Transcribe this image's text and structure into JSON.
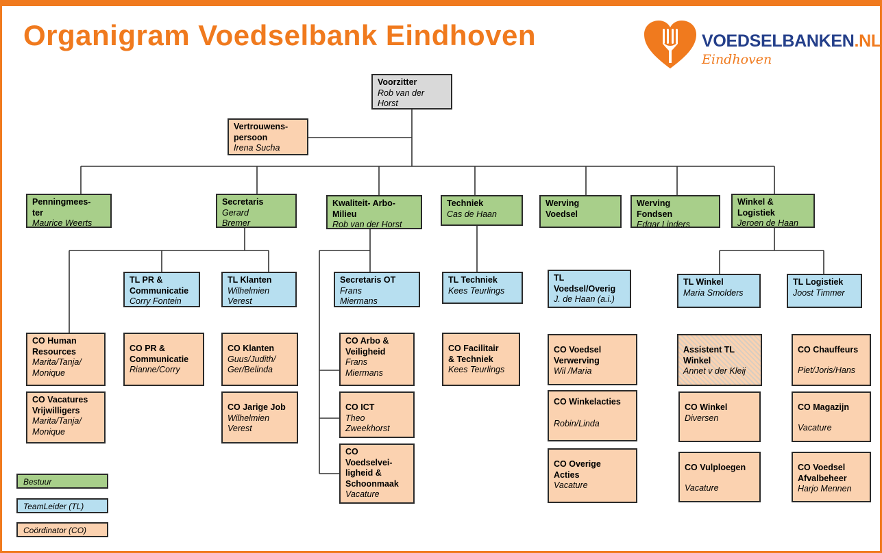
{
  "title": "Organigram Voedselbank Eindhoven",
  "logo": {
    "brand": "VOEDSELBANKEN",
    "tld": ".NL",
    "subtitle": "Eindhoven"
  },
  "nodes": {
    "voorzitter": {
      "title": "Voorzitter",
      "name": "Rob van der Horst"
    },
    "vertrouwenspersoon": {
      "title": "Vertrouwens-\npersoon",
      "name": "Irena Sucha"
    },
    "penningmeester": {
      "title": "Penningmees-\nter",
      "name": "Maurice Weerts"
    },
    "secretaris": {
      "title": "Secretaris",
      "name": "Gerard\nBremer"
    },
    "kam": {
      "title": "Kwaliteit- Arbo-\nMilieu",
      "name": "Rob van der Horst"
    },
    "techniek": {
      "title": "Techniek",
      "name": "Cas de Haan"
    },
    "werving_voedsel": {
      "title": "Werving\nVoedsel",
      "name": ""
    },
    "werving_fondsen": {
      "title": "Werving\nFondsen",
      "name": "Edgar Linders"
    },
    "winkel_logistiek": {
      "title": "Winkel &\nLogistiek",
      "name": "Jeroen de Haan"
    },
    "tl_pr": {
      "title": "TL PR &\nCommunicatie",
      "name": "Corry Fontein"
    },
    "tl_klanten": {
      "title": "TL Klanten",
      "name": "Wilhelmien\nVerest"
    },
    "secretaris_ot": {
      "title": "Secretaris  OT",
      "name": "Frans\nMiermans"
    },
    "tl_techniek": {
      "title": "TL Techniek",
      "name": "Kees Teurlings"
    },
    "tl_voedsel": {
      "title": "TL\nVoedsel/Overig",
      "name": "J. de Haan (a.i.)"
    },
    "tl_winkel": {
      "title": "TL Winkel",
      "name": "Maria Smolders"
    },
    "tl_logistiek": {
      "title": "TL Logistiek",
      "name": "Joost Timmer"
    },
    "co_hr": {
      "title": "CO Human\nResources",
      "name": "Marita/Tanja/\nMonique"
    },
    "co_vacatures": {
      "title": "CO Vacatures\nVrijwilligers",
      "name": "Marita/Tanja/\nMonique"
    },
    "co_pr": {
      "title": "CO PR &\nCommunicatie",
      "name": "Rianne/Corry"
    },
    "co_klanten": {
      "title": "CO Klanten",
      "name": "Guus/Judith/\nGer/Belinda"
    },
    "co_jarige_job": {
      "title": "CO Jarige Job",
      "name": "Wilhelmien\nVerest"
    },
    "co_arbo": {
      "title": "CO Arbo &\nVeiligheid",
      "name": "Frans\nMiermans"
    },
    "co_ict": {
      "title": "CO ICT",
      "name": "Theo\nZweekhorst"
    },
    "co_voedselveiligheid": {
      "title": "CO\nVoedselvei-\nligheid &\nSchoonmaak",
      "name": "Vacature"
    },
    "co_facilitair": {
      "title": "CO Facilitair\n& Techniek",
      "name": "Kees Teurlings"
    },
    "co_voedsel_verwerving": {
      "title": "CO Voedsel\nVerwerving",
      "name": "Wil /Maria"
    },
    "co_winkelacties": {
      "title": "CO Winkelacties",
      "name": "Robin/Linda"
    },
    "co_overige_acties": {
      "title": "CO Overige\nActies",
      "name": "Vacature"
    },
    "assistent_tl_winkel": {
      "title": "Assistent TL\nWinkel",
      "name": "Annet v der Kleij"
    },
    "co_winkel": {
      "title": "CO Winkel",
      "name": "Diversen"
    },
    "co_vulploegen": {
      "title": "CO Vulploegen",
      "name": "Vacature"
    },
    "co_chauffeurs": {
      "title": "CO Chauffeurs",
      "name": "Piet/Joris/Hans"
    },
    "co_magazijn": {
      "title": "CO Magazijn",
      "name": "Vacature"
    },
    "co_afvalbeheer": {
      "title": "CO Voedsel\nAfvalbeheer",
      "name": "Harjo Mennen"
    }
  },
  "legend": {
    "bestuur": "Bestuur",
    "teamleider": "TeamLeider (TL)",
    "coordinator": "Coördinator (CO)"
  },
  "colors": {
    "accent": "#f07a1e",
    "brand_blue": "#243f8a",
    "bestuur": "#a8cf8a",
    "teamleider": "#b7dff0",
    "coordinator": "#fbd2b0",
    "voorzitter": "#d9d9d9"
  }
}
